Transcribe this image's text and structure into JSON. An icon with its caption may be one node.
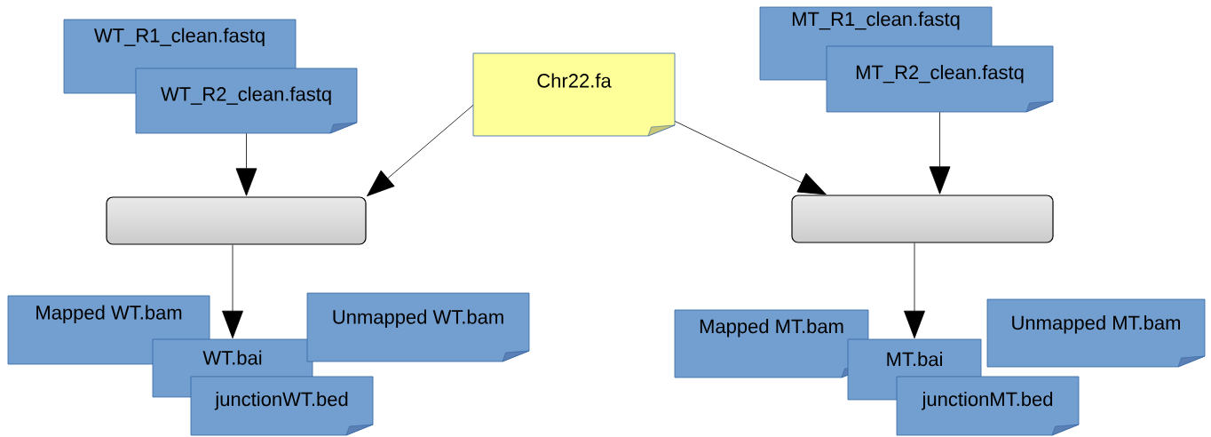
{
  "diagram": {
    "nodes": [
      {
        "text": [
          "WT_R1_clean.fastq"
        ]
      },
      {
        "text": [
          "WT_R2_clean.fastq"
        ]
      },
      {
        "text": [
          "Chr22.fa"
        ]
      },
      {
        "text": [
          "MT_R1_clean.fastq"
        ]
      },
      {
        "text": [
          "MT_R2_clean.fastq"
        ]
      },
      {
        "text": [],
        "shape": "box"
      },
      {
        "text": [],
        "shape": "box"
      },
      {
        "text": [
          "Mapped WT.bam"
        ]
      },
      {
        "text": [
          "WT.bai"
        ]
      },
      {
        "text": [
          "junctionWT.bed"
        ]
      },
      {
        "text": [
          "Unmapped WT.bam"
        ]
      },
      {
        "text": [
          "Mapped MT.bam"
        ]
      },
      {
        "text": [
          "MT.bai"
        ]
      },
      {
        "text": [
          "junctionMT.bed"
        ]
      },
      {
        "text": [
          "Unmapped MT.bam"
        ]
      }
    ],
    "edges": [
      {
        "from": 1,
        "to": 5,
        "arrow": "to"
      },
      {
        "from": 2,
        "to": 5,
        "arrow": "to"
      },
      {
        "from": 2,
        "to": 6,
        "arrow": "to"
      },
      {
        "from": 4,
        "to": 6,
        "arrow": "to"
      },
      {
        "from": 5,
        "to": 8,
        "arrow": "to"
      },
      {
        "from": 6,
        "to": 12,
        "arrow": "to"
      }
    ]
  }
}
